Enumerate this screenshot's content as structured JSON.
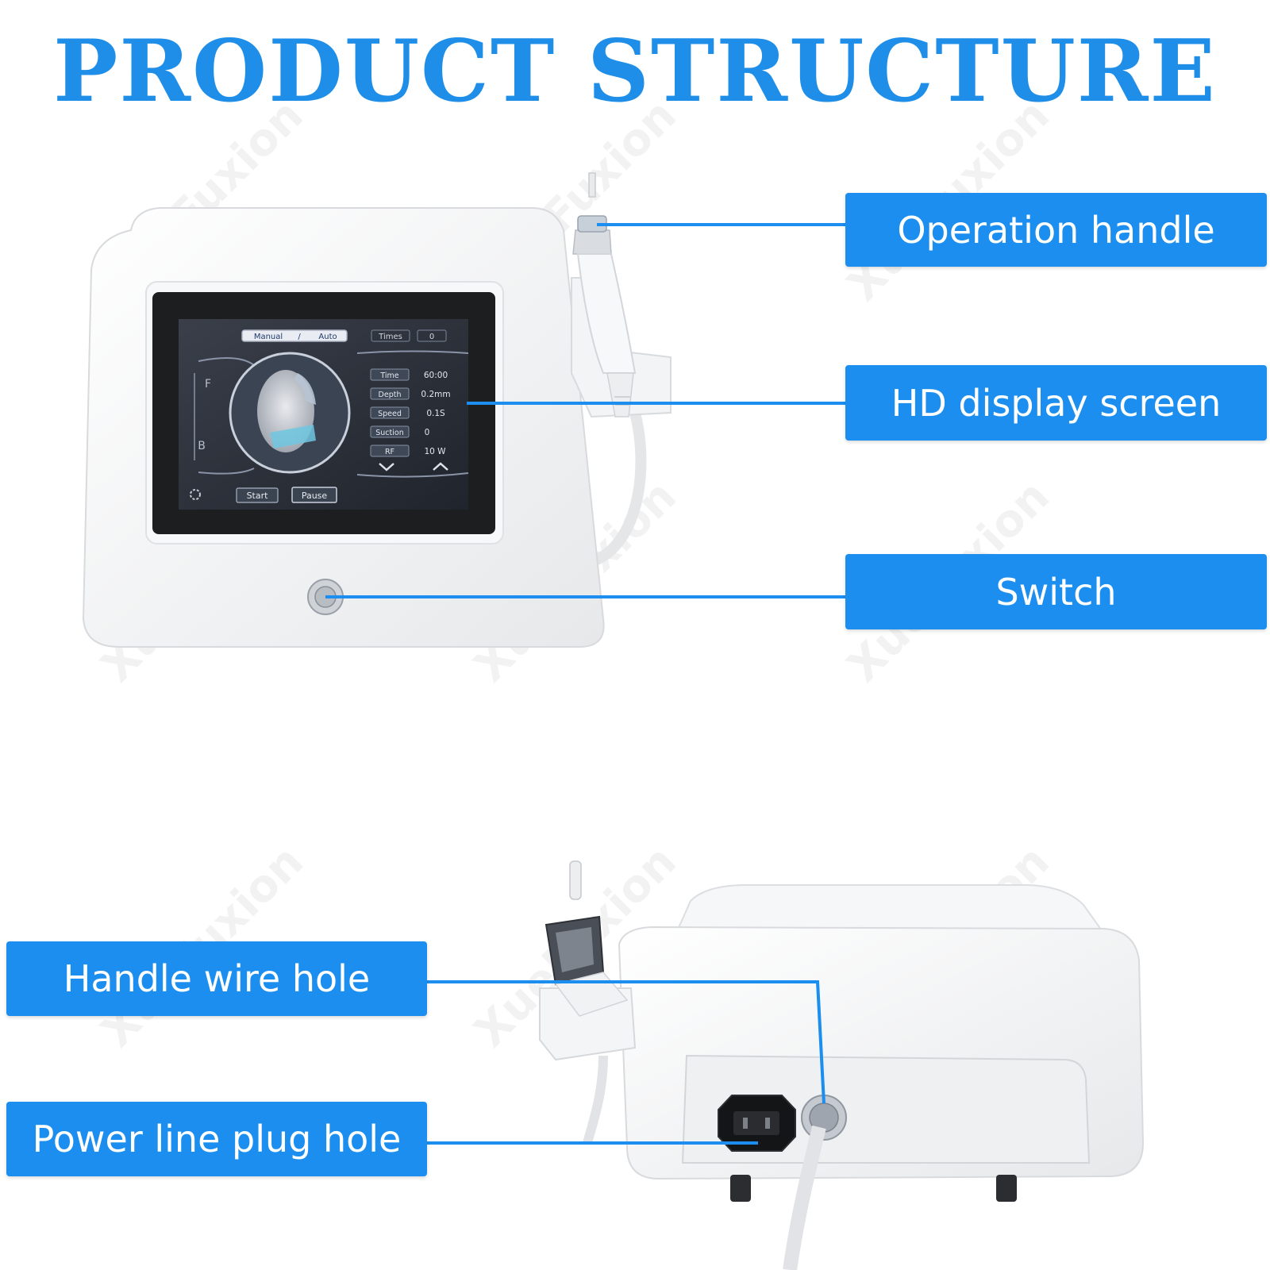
{
  "title": "PRODUCT STRUCTURE",
  "watermark": "XueFuxion",
  "labels": {
    "operation_handle": "Operation handle",
    "display_screen": "HD display screen",
    "switch": "Switch",
    "handle_wire_hole": "Handle wire hole",
    "power_plug_hole": "Power line plug hole"
  },
  "screen": {
    "mode_manual": "Manual",
    "mode_sep": "/",
    "mode_auto": "Auto",
    "times_label": "Times",
    "times_value": "0",
    "side_f": "F",
    "side_b": "B",
    "params": [
      {
        "label": "Time",
        "value": "60:00"
      },
      {
        "label": "Depth",
        "value": "0.2mm"
      },
      {
        "label": "Speed",
        "value": "0.1S"
      },
      {
        "label": "Suction",
        "value": "0"
      },
      {
        "label": "RF",
        "value": "10 W"
      }
    ],
    "start": "Start",
    "pause": "Pause"
  },
  "colors": {
    "accent": "#1b8ef0",
    "title": "#1e8ee8",
    "device": "#f4f5f6",
    "screen": "#1d1e20"
  }
}
